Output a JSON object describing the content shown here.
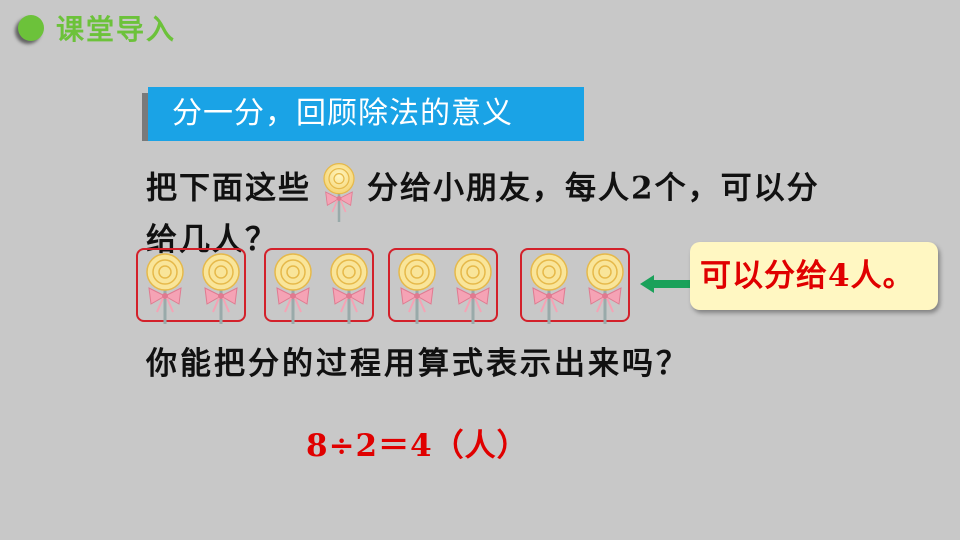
{
  "header": {
    "title": "课堂导入"
  },
  "banner": {
    "text": "分一分，回顾除法的意义"
  },
  "question1": {
    "part1": "把下面这些",
    "part2": "分给小朋友，每人2个，可以分",
    "line2": "给几人？"
  },
  "groups": [
    {
      "candies": 2
    },
    {
      "candies": 2
    },
    {
      "candies": 2
    },
    {
      "candies": 2
    }
  ],
  "answer": {
    "text": "可以分给4人。"
  },
  "question2": {
    "text": "你能把分的过程用算式表示出来吗？"
  },
  "formula": {
    "text": "8÷2＝4（人）"
  },
  "colors": {
    "header": "#6cc23a",
    "banner": "#1aa3e6",
    "accent_red": "#e00000",
    "box_border": "#d3202a",
    "answer_bg": "#fff7c2",
    "arrow": "#1aa15a"
  },
  "icons": {
    "candy": "lollipop-icon",
    "arrow": "left-arrow-icon"
  }
}
